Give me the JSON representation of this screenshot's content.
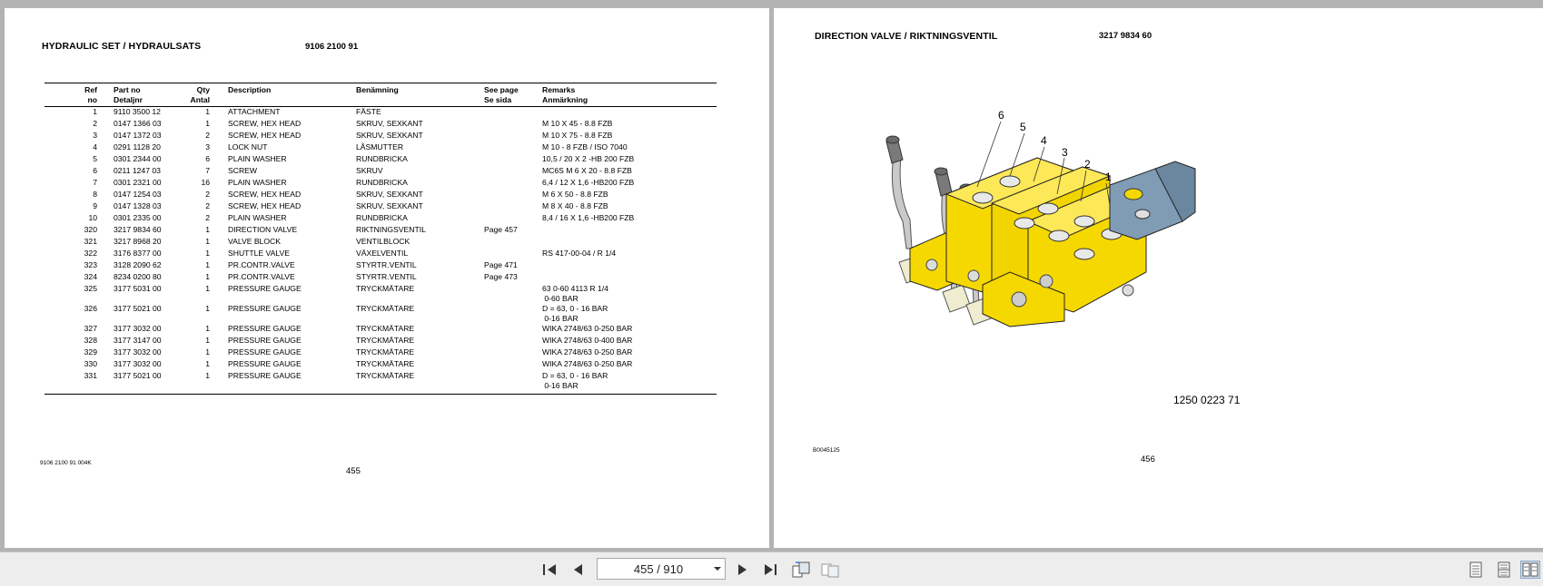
{
  "left_page": {
    "title": "HYDRAULIC SET / HYDRAULSATS",
    "doc_number": "9106 2100 91",
    "headers": {
      "ref": [
        "Ref",
        "no"
      ],
      "part": [
        "Part no",
        "Detaljnr"
      ],
      "qty": [
        "Qty",
        "Antal"
      ],
      "desc": [
        "Description",
        ""
      ],
      "ben": [
        "Benämning",
        ""
      ],
      "see": [
        "See page",
        "Se sida"
      ],
      "rem": [
        "Remarks",
        "Anmärkning"
      ]
    },
    "rows": [
      {
        "ref": "1",
        "part": "9110 3500 12",
        "qty": "1",
        "desc": "ATTACHMENT",
        "ben": "FÄSTE",
        "see": "",
        "rem": "",
        "rem2": ""
      },
      {
        "ref": "2",
        "part": "0147 1366 03",
        "qty": "1",
        "desc": "SCREW, HEX HEAD",
        "ben": "SKRUV, SEXKANT",
        "see": "",
        "rem": "M 10 X 45 - 8.8 FZB",
        "rem2": ""
      },
      {
        "ref": "3",
        "part": "0147 1372 03",
        "qty": "2",
        "desc": "SCREW, HEX HEAD",
        "ben": "SKRUV, SEXKANT",
        "see": "",
        "rem": "M 10 X 75 - 8.8 FZB",
        "rem2": ""
      },
      {
        "ref": "4",
        "part": "0291 1128 20",
        "qty": "3",
        "desc": "LOCK NUT",
        "ben": "LÅSMUTTER",
        "see": "",
        "rem": "M 10 - 8 FZB / ISO 7040",
        "rem2": ""
      },
      {
        "ref": "5",
        "part": "0301 2344 00",
        "qty": "6",
        "desc": "PLAIN WASHER",
        "ben": "RUNDBRICKA",
        "see": "",
        "rem": "10,5 / 20 X 2 -HB 200 FZB",
        "rem2": ""
      },
      {
        "ref": "6",
        "part": "0211 1247 03",
        "qty": "7",
        "desc": "SCREW",
        "ben": "SKRUV",
        "see": "",
        "rem": "MC6S M 6 X 20 - 8.8 FZB",
        "rem2": ""
      },
      {
        "ref": "7",
        "part": "0301 2321 00",
        "qty": "16",
        "desc": "PLAIN WASHER",
        "ben": "RUNDBRICKA",
        "see": "",
        "rem": "6,4 / 12 X 1,6 -HB200 FZB",
        "rem2": ""
      },
      {
        "ref": "8",
        "part": "0147 1254 03",
        "qty": "2",
        "desc": "SCREW, HEX HEAD",
        "ben": "SKRUV, SEXKANT",
        "see": "",
        "rem": "M 6 X 50 - 8.8 FZB",
        "rem2": ""
      },
      {
        "ref": "9",
        "part": "0147 1328 03",
        "qty": "2",
        "desc": "SCREW, HEX HEAD",
        "ben": "SKRUV, SEXKANT",
        "see": "",
        "rem": "M 8 X 40 - 8.8 FZB",
        "rem2": ""
      },
      {
        "ref": "10",
        "part": "0301 2335 00",
        "qty": "2",
        "desc": "PLAIN WASHER",
        "ben": "RUNDBRICKA",
        "see": "",
        "rem": "8,4 / 16 X 1,6 -HB200 FZB",
        "rem2": ""
      },
      {
        "ref": "320",
        "part": "3217 9834 60",
        "qty": "1",
        "desc": "DIRECTION VALVE",
        "ben": "RIKTNINGSVENTIL",
        "see": "Page 457",
        "rem": "",
        "rem2": ""
      },
      {
        "ref": "321",
        "part": "3217 8968 20",
        "qty": "1",
        "desc": "VALVE BLOCK",
        "ben": "VENTILBLOCK",
        "see": "",
        "rem": "",
        "rem2": ""
      },
      {
        "ref": "322",
        "part": "3176 8377 00",
        "qty": "1",
        "desc": "SHUTTLE VALVE",
        "ben": "VÄXELVENTIL",
        "see": "",
        "rem": "RS 417-00-04 / R 1/4",
        "rem2": ""
      },
      {
        "ref": "323",
        "part": "3128 2090 62",
        "qty": "1",
        "desc": "PR.CONTR.VALVE",
        "ben": "STYRTR.VENTIL",
        "see": "Page 471",
        "rem": "",
        "rem2": ""
      },
      {
        "ref": "324",
        "part": "8234 0200 80",
        "qty": "1",
        "desc": "PR.CONTR.VALVE",
        "ben": "STYRTR.VENTIL",
        "see": "Page 473",
        "rem": "",
        "rem2": ""
      },
      {
        "ref": "325",
        "part": "3177 5031 00",
        "qty": "1",
        "desc": "PRESSURE GAUGE",
        "ben": "TRYCKMÄTARE",
        "see": "",
        "rem": "63 0-60 4113 R 1/4",
        "rem2": " 0-60 BAR"
      },
      {
        "ref": "326",
        "part": "3177 5021 00",
        "qty": "1",
        "desc": "PRESSURE GAUGE",
        "ben": "TRYCKMÄTARE",
        "see": "",
        "rem": "D = 63, 0 - 16 BAR",
        "rem2": " 0-16 BAR"
      },
      {
        "ref": "327",
        "part": "3177 3032 00",
        "qty": "1",
        "desc": "PRESSURE GAUGE",
        "ben": "TRYCKMÄTARE",
        "see": "",
        "rem": "WIKA 2748/63 0-250 BAR",
        "rem2": ""
      },
      {
        "ref": "328",
        "part": "3177 3147 00",
        "qty": "1",
        "desc": "PRESSURE GAUGE",
        "ben": "TRYCKMÄTARE",
        "see": "",
        "rem": "WIKA 2748/63 0-400 BAR",
        "rem2": ""
      },
      {
        "ref": "329",
        "part": "3177 3032 00",
        "qty": "1",
        "desc": "PRESSURE GAUGE",
        "ben": "TRYCKMÄTARE",
        "see": "",
        "rem": "WIKA 2748/63 0-250 BAR",
        "rem2": ""
      },
      {
        "ref": "330",
        "part": "3177 3032 00",
        "qty": "1",
        "desc": "PRESSURE GAUGE",
        "ben": "TRYCKMÄTARE",
        "see": "",
        "rem": "WIKA 2748/63 0-250 BAR",
        "rem2": ""
      },
      {
        "ref": "331",
        "part": "3177 5021 00",
        "qty": "1",
        "desc": "PRESSURE GAUGE",
        "ben": "TRYCKMÄTARE",
        "see": "",
        "rem": "D = 63, 0 - 16 BAR",
        "rem2": " 0-16 BAR"
      }
    ],
    "footer_code": "9106 2100 91  004K",
    "page_number": "455"
  },
  "right_page": {
    "title": "DIRECTION VALVE / RIKTNINGSVENTIL",
    "doc_number": "3217 9834 60",
    "callouts": [
      "6",
      "5",
      "4",
      "3",
      "2",
      "1"
    ],
    "figure_id": "1250 0223 71",
    "footer_code": "B0045125",
    "page_number": "456"
  },
  "toolbar": {
    "page_indicator": "455 / 910",
    "icons": [
      "first-page-icon",
      "prev-page-icon",
      "next-page-icon",
      "last-page-icon",
      "rotate-icon",
      "fit-page-icon",
      "single-page-view-icon",
      "continuous-view-icon",
      "two-page-view-icon"
    ]
  },
  "colors": {
    "valve_yellow": "#f5d800",
    "solenoid_blue": "#7f9cb4",
    "viewer_bg": "#b3b3b3",
    "toolbar_bg": "#ededed"
  }
}
